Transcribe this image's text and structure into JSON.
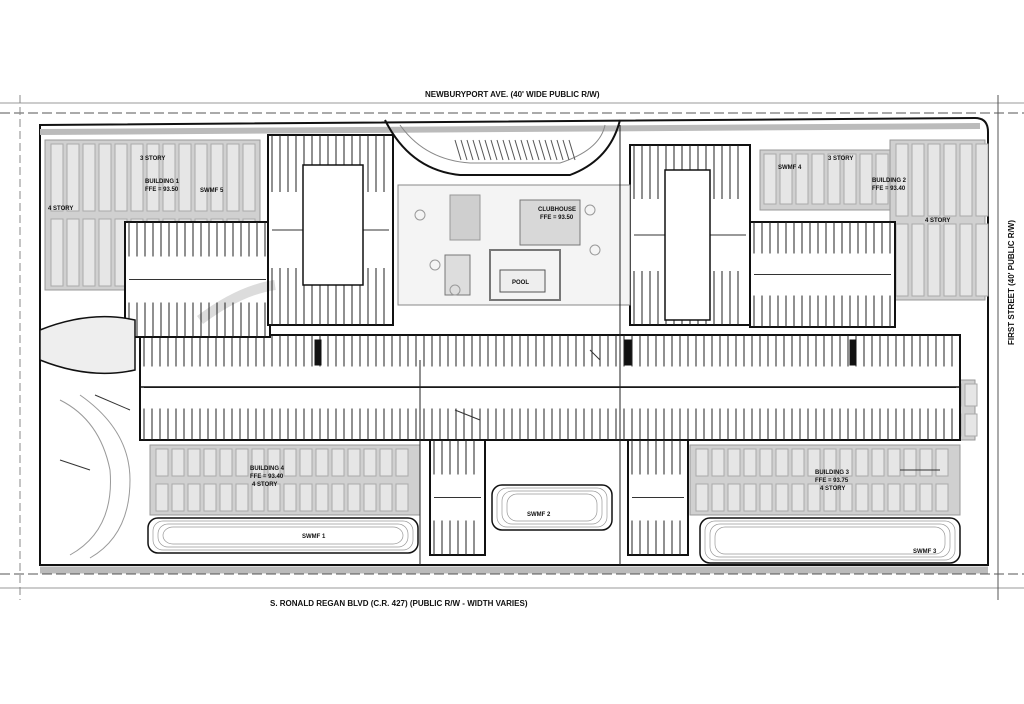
{
  "roads": {
    "north": "NEWBURYPORT AVE. (40' WIDE PUBLIC R/W)",
    "south": "S. RONALD REGAN BLVD (C.R. 427) (PUBLIC R/W - WIDTH VARIES)",
    "east": "FIRST STREET (40' PUBLIC R/W)"
  },
  "buildings": [
    {
      "name": "BUILDING 1",
      "ffe": "FFE = 93.50",
      "stories": "3 STORY",
      "stories2": "4 STORY"
    },
    {
      "name": "BUILDING 2",
      "ffe": "FFE = 93.40",
      "stories": "3 STORY",
      "stories2": "4 STORY"
    },
    {
      "name": "BUILDING 3",
      "ffe": "FFE = 93.75",
      "stories": "4 STORY"
    },
    {
      "name": "BUILDING 4",
      "ffe": "FFE = 93.40",
      "stories": "4 STORY"
    }
  ],
  "amenities": {
    "clubhouse": "CLUBHOUSE",
    "clubhouse_ffe": "FFE = 93.50",
    "pool": "POOL"
  },
  "ponds": [
    "SWMF 1",
    "SWMF 2",
    "SWMF 3",
    "SWMF 4",
    "SWMF 5"
  ]
}
